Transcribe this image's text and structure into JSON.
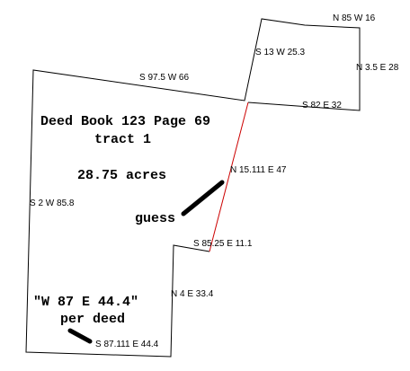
{
  "title": {
    "line1": "Deed Book 123 Page 69",
    "line2": "tract 1"
  },
  "area": "28.75 acres",
  "bearing_calls": {
    "n85w16": "N 85 W 16",
    "s13w253": "S 13 W 25.3",
    "n35e28": "N 3.5 E 28",
    "s975w66": "S 97.5 W 66",
    "s82e32": "S 82 E 32",
    "n15111e47": "N 15.111 E 47",
    "s2w858": "S 2 W 85.8",
    "s8525e111": "S 85.25 E 11.1",
    "n4e334": "N 4 E 33.4",
    "s87111e444": "S 87.111 E 44.4"
  },
  "annotations": {
    "guess": "guess",
    "deed_call_line1": "\"W 87 E 44.4\"",
    "deed_call_line2": "per deed"
  },
  "colors": {
    "boundary": "#000000",
    "guessed_line": "#cc0000",
    "marker_stroke": "#000000"
  }
}
